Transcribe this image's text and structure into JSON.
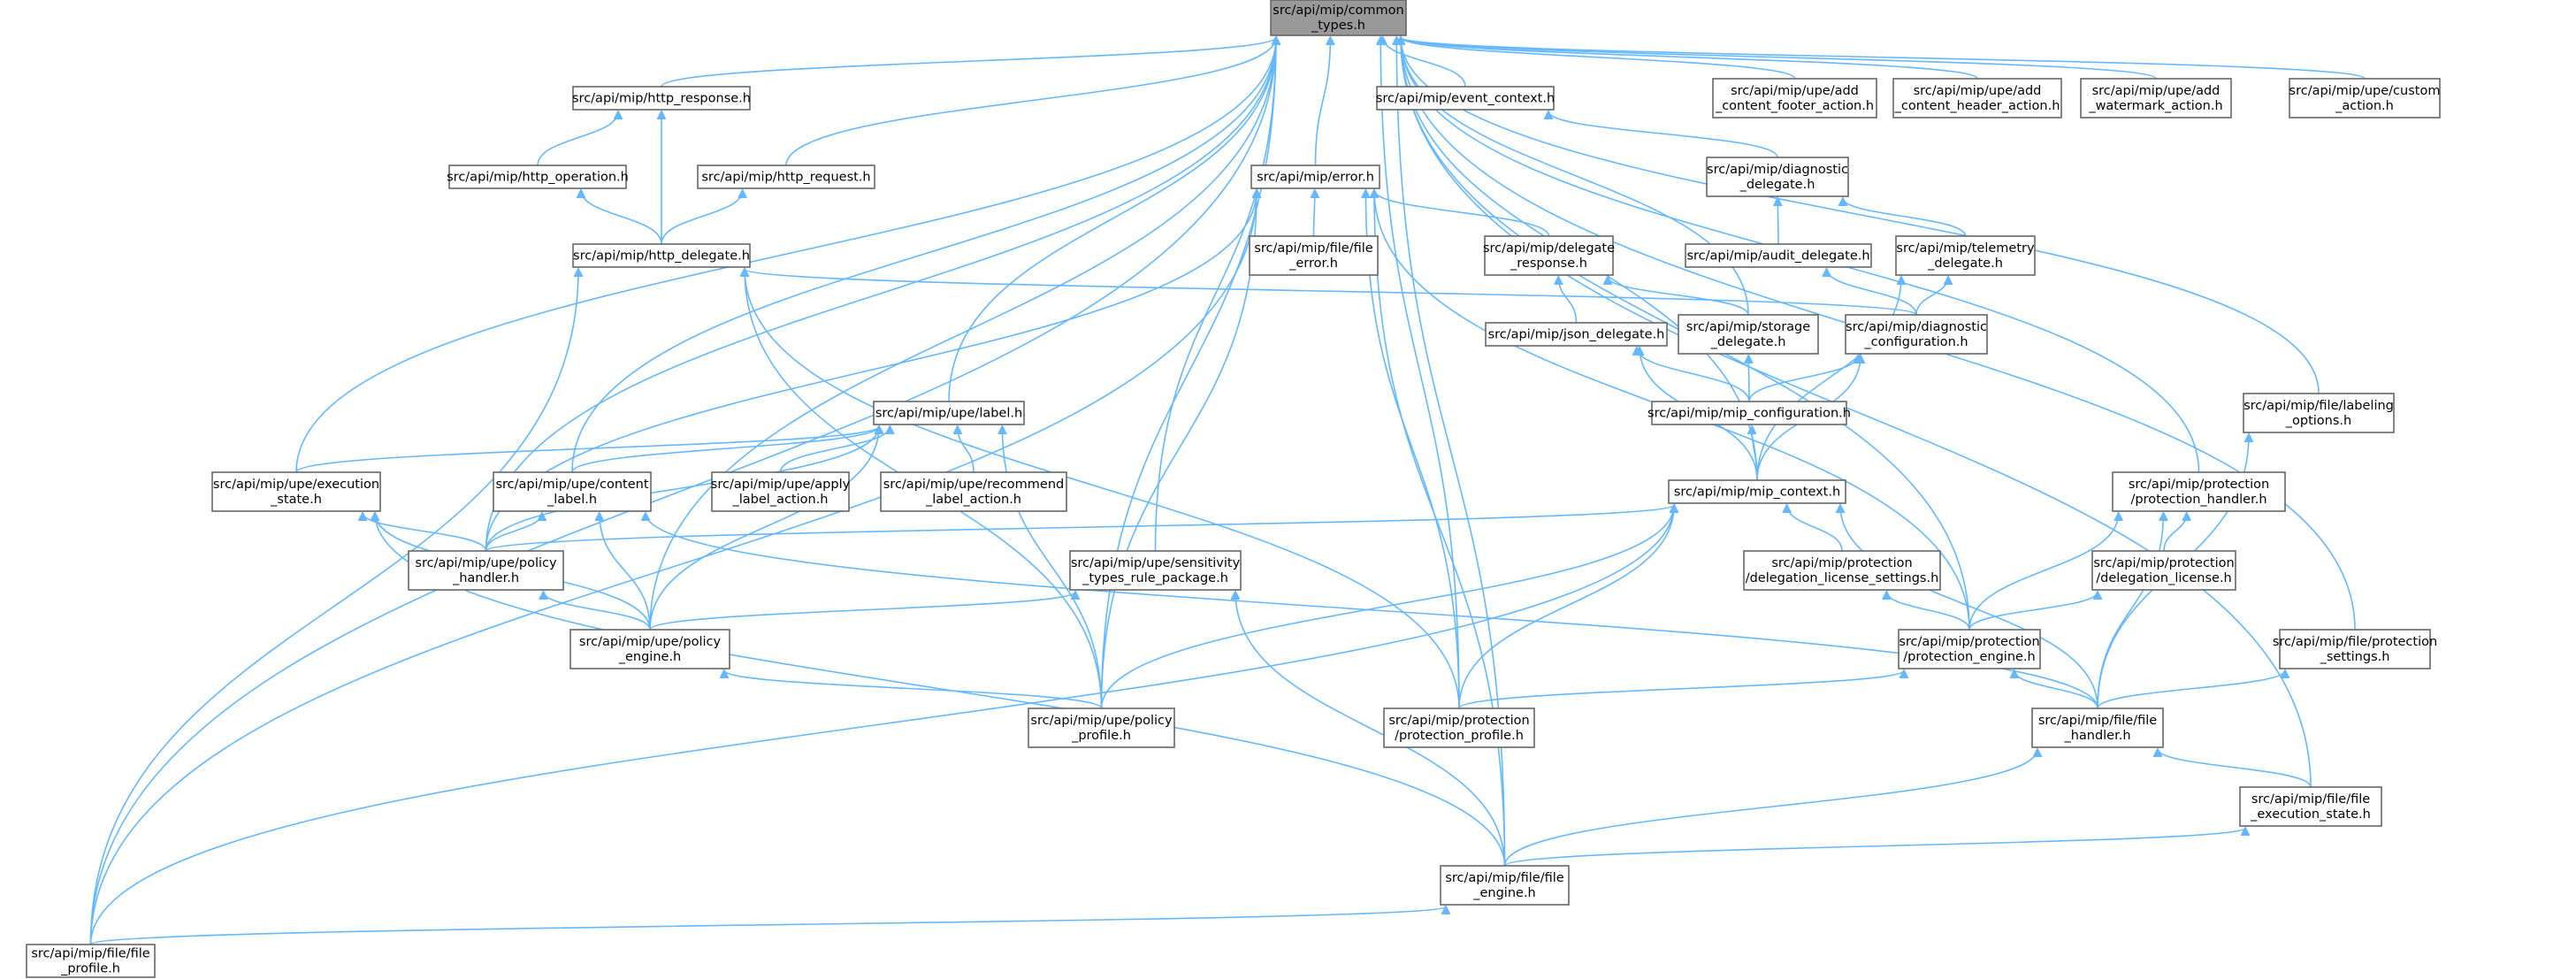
{
  "diagram": {
    "kind": "include-dependency-graph",
    "colors": {
      "edge": "#63b8ff",
      "root_fill": "#999999",
      "node_border": "#666666",
      "node_fill": "#ffffff"
    },
    "nodes": [
      {
        "id": "common_types",
        "lines": [
          "src/api/mip/common",
          "_types.h"
        ],
        "root": true
      },
      {
        "id": "http_response",
        "lines": [
          "src/api/mip/http_response.h"
        ]
      },
      {
        "id": "event_context",
        "lines": [
          "src/api/mip/event_context.h"
        ]
      },
      {
        "id": "add_footer",
        "lines": [
          "src/api/mip/upe/add",
          "_content_footer_action.h"
        ]
      },
      {
        "id": "add_header",
        "lines": [
          "src/api/mip/upe/add",
          "_content_header_action.h"
        ]
      },
      {
        "id": "add_watermark",
        "lines": [
          "src/api/mip/upe/add",
          "_watermark_action.h"
        ]
      },
      {
        "id": "custom_action",
        "lines": [
          "src/api/mip/upe/custom",
          "_action.h"
        ]
      },
      {
        "id": "http_operation",
        "lines": [
          "src/api/mip/http_operation.h"
        ]
      },
      {
        "id": "http_request",
        "lines": [
          "src/api/mip/http_request.h"
        ]
      },
      {
        "id": "error",
        "lines": [
          "src/api/mip/error.h"
        ]
      },
      {
        "id": "diag_delegate",
        "lines": [
          "src/api/mip/diagnostic",
          "_delegate.h"
        ]
      },
      {
        "id": "http_delegate",
        "lines": [
          "src/api/mip/http_delegate.h"
        ]
      },
      {
        "id": "file_error",
        "lines": [
          "src/api/mip/file/file",
          "_error.h"
        ]
      },
      {
        "id": "delegate_response",
        "lines": [
          "src/api/mip/delegate",
          "_response.h"
        ]
      },
      {
        "id": "audit_delegate",
        "lines": [
          "src/api/mip/audit_delegate.h"
        ]
      },
      {
        "id": "telemetry_delegate",
        "lines": [
          "src/api/mip/telemetry",
          "_delegate.h"
        ]
      },
      {
        "id": "json_delegate",
        "lines": [
          "src/api/mip/json_delegate.h"
        ]
      },
      {
        "id": "storage_delegate",
        "lines": [
          "src/api/mip/storage",
          "_delegate.h"
        ]
      },
      {
        "id": "diag_config",
        "lines": [
          "src/api/mip/diagnostic",
          "_configuration.h"
        ]
      },
      {
        "id": "label",
        "lines": [
          "src/api/mip/upe/label.h"
        ]
      },
      {
        "id": "mip_configuration",
        "lines": [
          "src/api/mip/mip_configuration.h"
        ]
      },
      {
        "id": "labeling_options",
        "lines": [
          "src/api/mip/file/labeling",
          "_options.h"
        ]
      },
      {
        "id": "execution_state",
        "lines": [
          "src/api/mip/upe/execution",
          "_state.h"
        ]
      },
      {
        "id": "content_label",
        "lines": [
          "src/api/mip/upe/content",
          "_label.h"
        ]
      },
      {
        "id": "apply_label",
        "lines": [
          "src/api/mip/upe/apply",
          "_label_action.h"
        ]
      },
      {
        "id": "recommend_label",
        "lines": [
          "src/api/mip/upe/recommend",
          "_label_action.h"
        ]
      },
      {
        "id": "mip_context",
        "lines": [
          "src/api/mip/mip_context.h"
        ]
      },
      {
        "id": "protection_handler",
        "lines": [
          "src/api/mip/protection",
          "/protection_handler.h"
        ]
      },
      {
        "id": "policy_handler",
        "lines": [
          "src/api/mip/upe/policy",
          "_handler.h"
        ]
      },
      {
        "id": "sensitivity_types",
        "lines": [
          "src/api/mip/upe/sensitivity",
          "_types_rule_package.h"
        ]
      },
      {
        "id": "delegation_license_settings",
        "lines": [
          "src/api/mip/protection",
          "/delegation_license_settings.h"
        ]
      },
      {
        "id": "delegation_license",
        "lines": [
          "src/api/mip/protection",
          "/delegation_license.h"
        ]
      },
      {
        "id": "policy_engine",
        "lines": [
          "src/api/mip/upe/policy",
          "_engine.h"
        ]
      },
      {
        "id": "protection_engine",
        "lines": [
          "src/api/mip/protection",
          "/protection_engine.h"
        ]
      },
      {
        "id": "file_protection_settings",
        "lines": [
          "src/api/mip/file/protection",
          "_settings.h"
        ]
      },
      {
        "id": "policy_profile",
        "lines": [
          "src/api/mip/upe/policy",
          "_profile.h"
        ]
      },
      {
        "id": "protection_profile",
        "lines": [
          "src/api/mip/protection",
          "/protection_profile.h"
        ]
      },
      {
        "id": "file_handler",
        "lines": [
          "src/api/mip/file/file",
          "_handler.h"
        ]
      },
      {
        "id": "file_execution_state",
        "lines": [
          "src/api/mip/file/file",
          "_execution_state.h"
        ]
      },
      {
        "id": "file_engine",
        "lines": [
          "src/api/mip/file/file",
          "_engine.h"
        ]
      },
      {
        "id": "file_profile",
        "lines": [
          "src/api/mip/file/file",
          "_profile.h"
        ]
      }
    ]
  }
}
